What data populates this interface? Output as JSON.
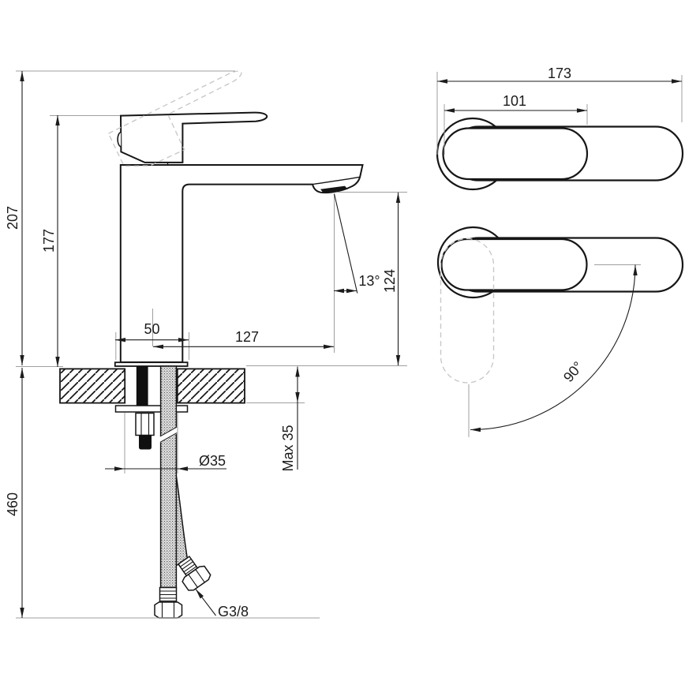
{
  "drawing": {
    "side_view": {
      "total_height": "207",
      "body_height": "177",
      "under_counter_length": "460",
      "base_width": "50",
      "spout_reach": "127",
      "spout_height": "124",
      "spout_angle": "13°",
      "counter_thickness_max": "Max 35",
      "hole_diameter": "Ø35",
      "hose_thread": "G3/8"
    },
    "top_view": {
      "total_length": "173",
      "handle_length": "101",
      "handle_swivel_angle": "90°"
    }
  }
}
